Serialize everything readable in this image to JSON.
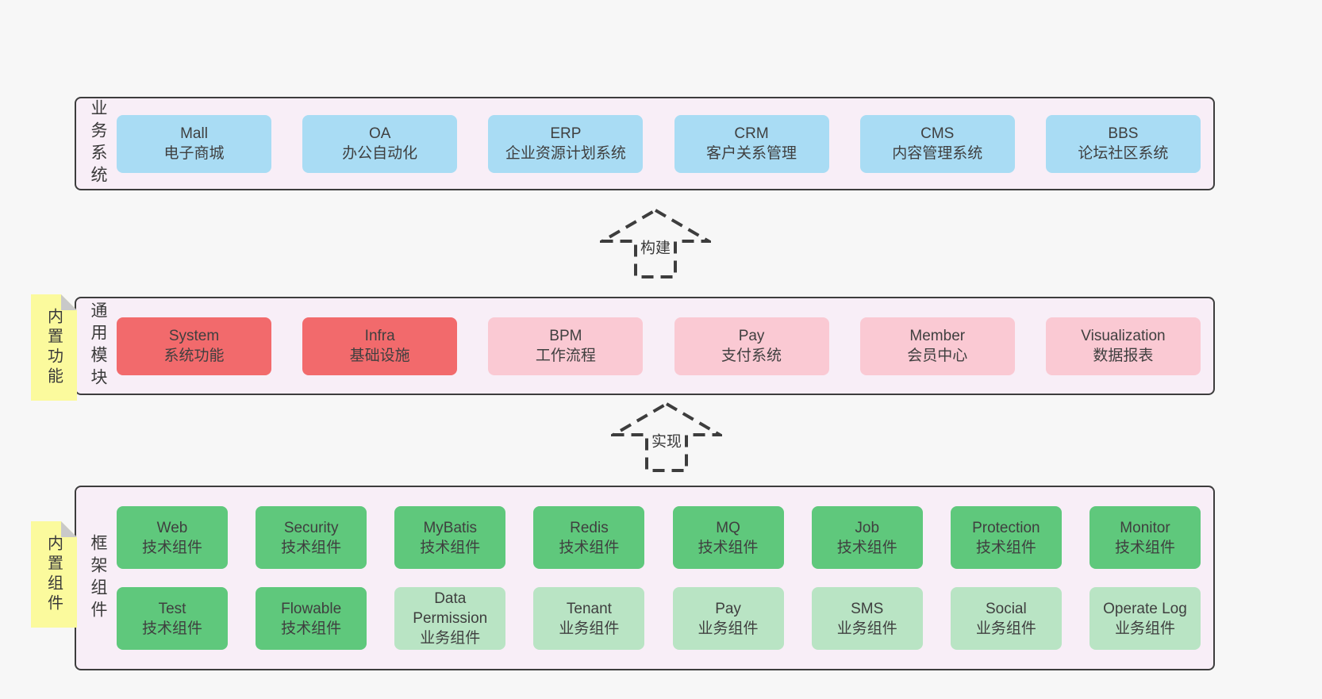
{
  "colors": {
    "page_bg": "#f7f7f7",
    "band_fill": "#f8eef7",
    "band_border": "#3d3d3d",
    "text": "#3a3a3a",
    "blue": "#a9dcf4",
    "red": "#f26a6c",
    "pink": "#fac9d3",
    "green": "#5fc87c",
    "light_green": "#b9e4c4",
    "sticky": "#fbfa9d",
    "sticky_fold": "#c9c9c9"
  },
  "arrows": [
    {
      "label": "构建"
    },
    {
      "label": "实现"
    }
  ],
  "bands": [
    {
      "label": "业务系统",
      "boxes": [
        {
          "name": "Mall",
          "desc": "电子商城"
        },
        {
          "name": "OA",
          "desc": "办公自动化"
        },
        {
          "name": "ERP",
          "desc": "企业资源计划系统"
        },
        {
          "name": "CRM",
          "desc": "客户关系管理"
        },
        {
          "name": "CMS",
          "desc": "内容管理系统"
        },
        {
          "name": "BBS",
          "desc": "论坛社区系统"
        }
      ]
    },
    {
      "label": "通用模块",
      "sticky": "内置功能",
      "boxes": [
        {
          "name": "System",
          "desc": "系统功能"
        },
        {
          "name": "Infra",
          "desc": "基础设施"
        },
        {
          "name": "BPM",
          "desc": "工作流程"
        },
        {
          "name": "Pay",
          "desc": "支付系统"
        },
        {
          "name": "Member",
          "desc": "会员中心"
        },
        {
          "name": "Visualization",
          "desc": "数据报表"
        }
      ]
    },
    {
      "label": "框架组件",
      "sticky": "内置组件",
      "rows": [
        [
          {
            "name": "Web",
            "desc": "技术组件"
          },
          {
            "name": "Security",
            "desc": "技术组件"
          },
          {
            "name": "MyBatis",
            "desc": "技术组件"
          },
          {
            "name": "Redis",
            "desc": "技术组件"
          },
          {
            "name": "MQ",
            "desc": "技术组件"
          },
          {
            "name": "Job",
            "desc": "技术组件"
          },
          {
            "name": "Protection",
            "desc": "技术组件"
          },
          {
            "name": "Monitor",
            "desc": "技术组件"
          }
        ],
        [
          {
            "name": "Test",
            "desc": "技术组件"
          },
          {
            "name": "Flowable",
            "desc": "技术组件"
          },
          {
            "name": "Data Permission",
            "desc": "业务组件"
          },
          {
            "name": "Tenant",
            "desc": "业务组件"
          },
          {
            "name": "Pay",
            "desc": "业务组件"
          },
          {
            "name": "SMS",
            "desc": "业务组件"
          },
          {
            "name": "Social",
            "desc": "业务组件"
          },
          {
            "name": "Operate Log",
            "desc": "业务组件"
          }
        ]
      ]
    }
  ]
}
